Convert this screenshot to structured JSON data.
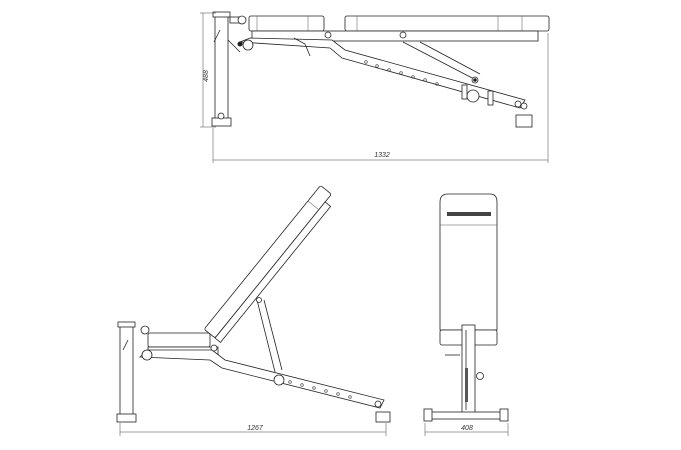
{
  "drawing": {
    "title": "Adjustable weight bench technical drawing",
    "views": {
      "side_flat": {
        "height_dimension": "488",
        "length_dimension": "1332"
      },
      "side_inclined": {
        "length_dimension": "1267"
      },
      "front": {
        "width_dimension": "408"
      }
    },
    "units": "mm"
  }
}
